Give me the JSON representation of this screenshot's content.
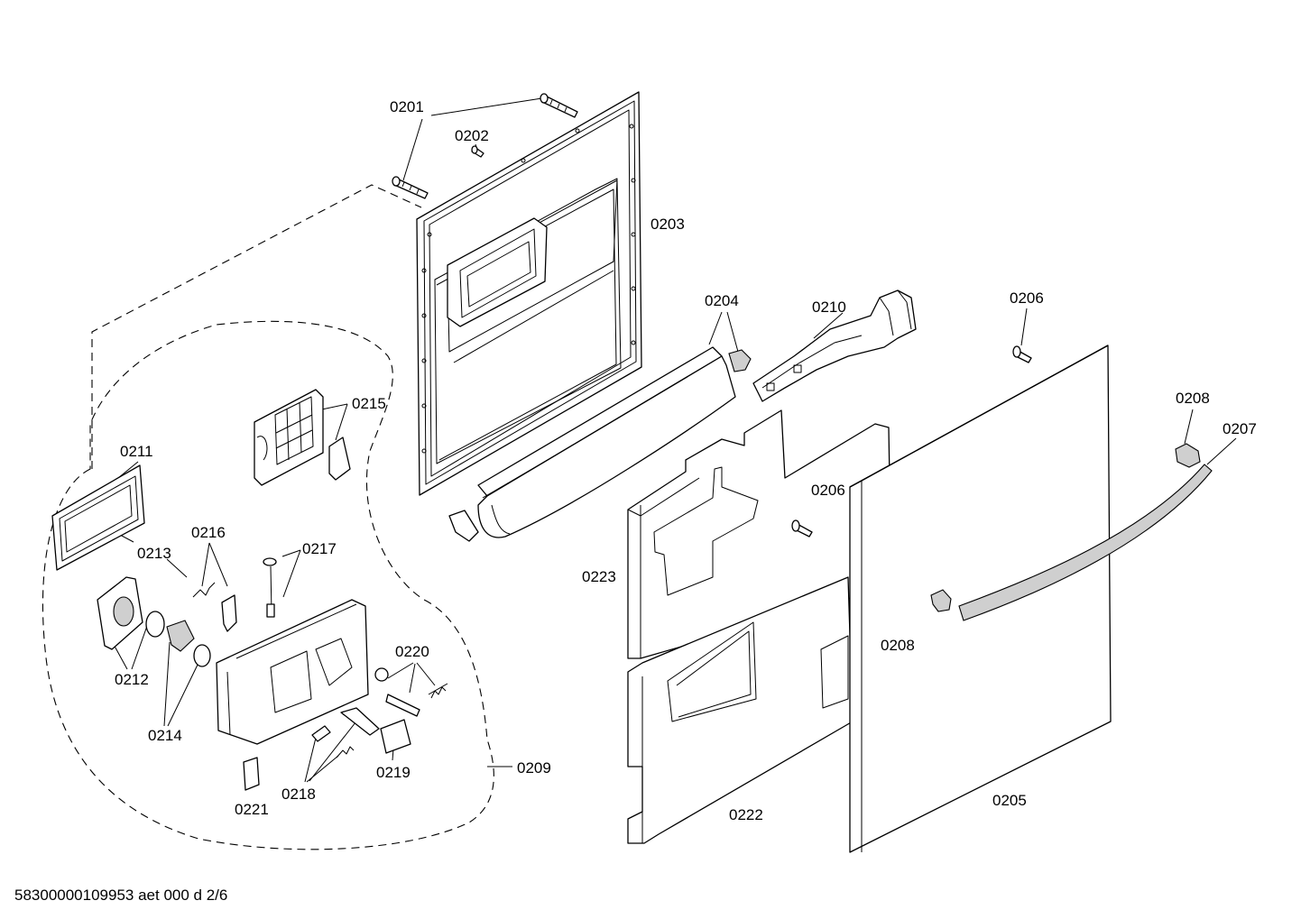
{
  "labels": {
    "p0201": "0201",
    "p0202": "0202",
    "p0203": "0203",
    "p0204": "0204",
    "p0205": "0205",
    "p0206a": "0206",
    "p0206b": "0206",
    "p0207": "0207",
    "p0208a": "0208",
    "p0208b": "0208",
    "p0209": "0209",
    "p0210": "0210",
    "p0211": "0211",
    "p0212": "0212",
    "p0213": "0213",
    "p0214": "0214",
    "p0215": "0215",
    "p0216": "0216",
    "p0217": "0217",
    "p0218": "0218",
    "p0219": "0219",
    "p0220": "0220",
    "p0221": "0221",
    "p0222": "0222",
    "p0223": "0223"
  },
  "footer": "58300000109953 aet 000 d 2/6"
}
